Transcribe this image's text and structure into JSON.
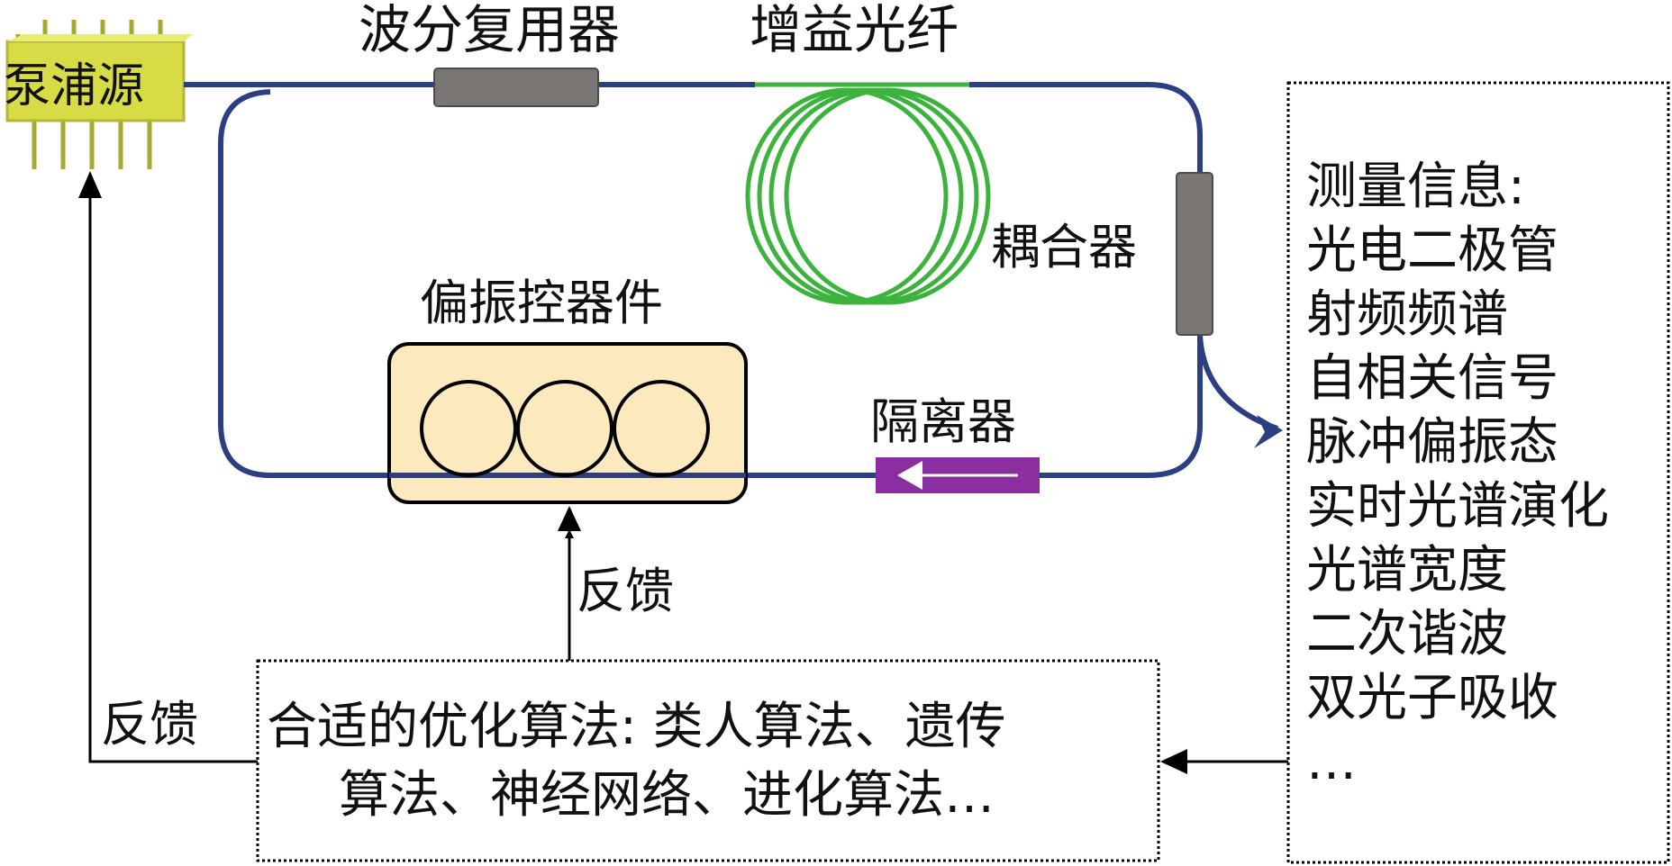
{
  "labels": {
    "pump": "泵浦源",
    "wdm": "波分复用器",
    "gain_fiber": "增益光纤",
    "coupler": "耦合器",
    "polarization_controller": "偏振控器件",
    "isolator": "隔离器",
    "feedback_middle": "反馈",
    "feedback_left": "反馈"
  },
  "measurement": {
    "items": [
      "测量信息:",
      "光电二极管",
      "射频频谱",
      "自相关信号",
      "脉冲偏振态",
      "实时光谱演化",
      "光谱宽度",
      "二次谐波",
      "双光子吸收",
      "…"
    ]
  },
  "algorithm": {
    "lines": [
      "合适的优化算法: 类人算法、遗传",
      "算法、神经网络、进化算法…"
    ]
  },
  "colors": {
    "fiber": "#2b3f82",
    "gain_fiber": "#3cb33c",
    "pump": "#d7dc46",
    "device_gray": "#7a7674",
    "pc_fill": "#fce9bd",
    "isolator": "#8b2fa0"
  }
}
